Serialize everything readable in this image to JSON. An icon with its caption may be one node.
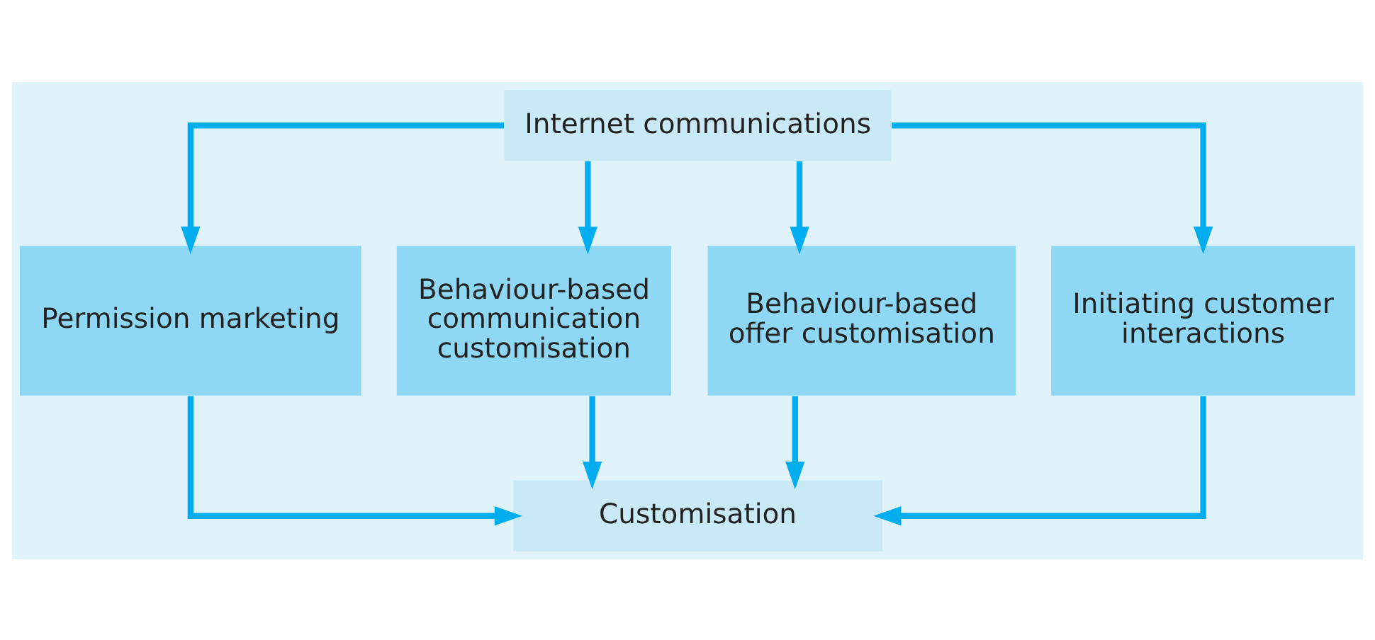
{
  "diagram": {
    "nodes": [
      {
        "text": [
          "Internet communications"
        ]
      },
      {
        "text": [
          "Permission marketing"
        ]
      },
      {
        "text": [
          "Behaviour-based communication customisation"
        ]
      },
      {
        "text": [
          "Behaviour-based offer customisation"
        ]
      },
      {
        "text": [
          "Initiating customer interactions"
        ]
      },
      {
        "text": [
          "Customisation"
        ]
      }
    ],
    "edges": [
      {
        "from": 0,
        "to": 1,
        "arrow": "to"
      },
      {
        "from": 0,
        "to": 2,
        "arrow": "to"
      },
      {
        "from": 0,
        "to": 3,
        "arrow": "to"
      },
      {
        "from": 0,
        "to": 4,
        "arrow": "to"
      },
      {
        "from": 1,
        "to": 5,
        "arrow": "to"
      },
      {
        "from": 2,
        "to": 5,
        "arrow": "to"
      },
      {
        "from": 3,
        "to": 5,
        "arrow": "to"
      },
      {
        "from": 4,
        "to": 5,
        "arrow": "to"
      }
    ]
  }
}
